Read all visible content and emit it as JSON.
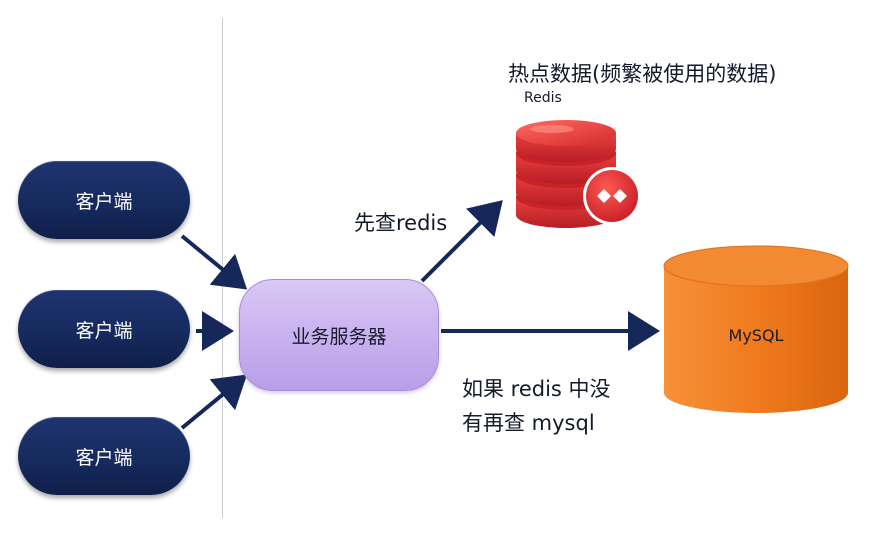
{
  "clients": [
    {
      "label": "客户端"
    },
    {
      "label": "客户端"
    },
    {
      "label": "客户端"
    }
  ],
  "server": {
    "label": "业务服务器"
  },
  "redis": {
    "title": "热点数据(频繁被使用的数据)",
    "label": "Redis"
  },
  "mysql": {
    "label": "MySQL"
  },
  "edges": {
    "to_redis": "先查redis",
    "to_mysql_line1": "如果 redis 中没",
    "to_mysql_line2": "有再查 mysql"
  },
  "colors": {
    "client_fill": "#162a5e",
    "server_fill": "#c5aeee",
    "redis_red": "#d42a2f",
    "mysql_orange": "#f07a1e",
    "arrow": "#16275a"
  }
}
